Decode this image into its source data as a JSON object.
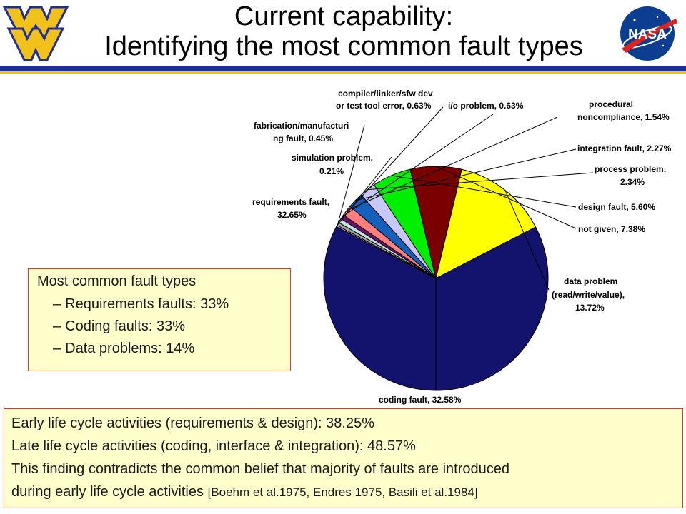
{
  "header": {
    "title_line1": "Current capability:",
    "title_line2": "Identifying the most common fault types",
    "left_logo": "wvu-flying-wv-logo",
    "right_logo": "nasa-meatball-logo"
  },
  "chart_data": {
    "type": "pie",
    "title": "",
    "slices": [
      {
        "label": "requirements fault, 32.65%",
        "value": 32.65,
        "color": "#13136e"
      },
      {
        "label": "simulation problem, 0.21%",
        "value": 0.21,
        "color": "#bfbfbf"
      },
      {
        "label": "fabrication/manufacturing fault, 0.45%",
        "value": 0.45,
        "color": "#a8a8a8"
      },
      {
        "label": "compiler/linker/sfw dev or test tool error, 0.63%",
        "value": 0.63,
        "color": "#c4e2e2"
      },
      {
        "label": "i/o problem, 0.63%",
        "value": 0.63,
        "color": "#6e0f6e"
      },
      {
        "label": "procedural noncompliance, 1.54%",
        "value": 1.54,
        "color": "#ff7f7f"
      },
      {
        "label": "integration fault, 2.27%",
        "value": 2.27,
        "color": "#1560bd"
      },
      {
        "label": "process problem, 2.34%",
        "value": 2.34,
        "color": "#c8c8f6"
      },
      {
        "label": "design fault, 5.60%",
        "value": 5.6,
        "color": "#00ee00"
      },
      {
        "label": "not given, 7.38%",
        "value": 7.38,
        "color": "#7a0000"
      },
      {
        "label": "data problem (read/write/value), 13.72%",
        "value": 13.72,
        "color": "#ffff00"
      },
      {
        "label": "coding fault, 32.58%",
        "value": 32.58,
        "color": "#13136e"
      }
    ],
    "callouts": {
      "requirements": [
        "requirements fault,",
        "32.65%"
      ],
      "simulation": [
        "simulation problem,",
        "0.21%"
      ],
      "fabrication": [
        "fabrication/manufacturi",
        "ng fault, 0.45%"
      ],
      "compiler": [
        "compiler/linker/sfw dev",
        "or test tool error, 0.63%"
      ],
      "io": [
        "i/o problem, 0.63%"
      ],
      "procedural": [
        "procedural",
        "noncompliance, 1.54%"
      ],
      "integration": [
        "integration fault, 2.27%"
      ],
      "process": [
        "process problem,",
        "2.34%"
      ],
      "design": [
        "design fault, 5.60%"
      ],
      "not_given": [
        "not given, 7.38%"
      ],
      "data": [
        "data problem",
        "(read/write/value),",
        "13.72%"
      ],
      "coding": [
        "coding fault, 32.58%"
      ]
    }
  },
  "common_faults": {
    "heading": "Most common fault types",
    "items": [
      "Requirements faults: 33%",
      "Coding faults: 33%",
      "Data problems: 14%"
    ]
  },
  "findings": {
    "early": "Early life cycle activities (requirements & design): 38.25%",
    "late": "Late life cycle activities (coding, interface & integration): 48.57%",
    "line3": "This finding contradicts the common belief that majority of faults are introduced",
    "line4_main": "during early life cycle activities ",
    "line4_cite": "[Boehm et al.1975, Endres 1975, Basili et al.1984]"
  }
}
